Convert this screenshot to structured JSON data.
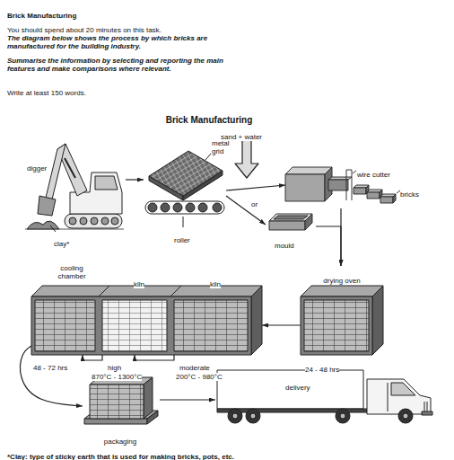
{
  "diagram": {
    "title": "Brick Manufacturing",
    "nodes": [
      {
        "text": [
          "digger",
          "clay*"
        ]
      },
      {
        "text": [
          "metal grid",
          "roller"
        ]
      },
      {
        "text": [
          "wire cutter",
          "bricks"
        ]
      },
      {
        "text": [
          "mould"
        ]
      },
      {
        "text": [
          "cooling chamber",
          "48 - 72 hrs"
        ]
      },
      {
        "text": [
          "kiln",
          "high",
          "870°C - 1300°C"
        ]
      },
      {
        "text": [
          "kiln",
          "moderate",
          "200°C - 980°C"
        ]
      },
      {
        "text": [
          "drying oven",
          "24 - 48 hrs"
        ]
      },
      {
        "text": [
          "packaging"
        ]
      },
      {
        "text": [
          "delivery"
        ]
      }
    ],
    "edges": [
      {
        "from": 0,
        "to": 1,
        "arrow": "to"
      },
      {
        "from": 1,
        "to": 2,
        "arrow": "to"
      },
      {
        "from": 1,
        "to": 3,
        "arrow": "to"
      },
      {
        "from": 2,
        "to": 7,
        "arrow": "to"
      },
      {
        "from": 3,
        "to": 7,
        "arrow": "to"
      },
      {
        "from": 7,
        "to": 6,
        "arrow": "to"
      },
      {
        "from": 6,
        "to": 5,
        "arrow": "to"
      },
      {
        "from": 5,
        "to": 4,
        "arrow": "to"
      },
      {
        "from": 4,
        "to": 8,
        "arrow": "to"
      },
      {
        "from": 8,
        "to": 9,
        "arrow": "to"
      }
    ],
    "labels": [
      "Brick Manufacturing",
      "You should spend about 20 minutes on this task.",
      "The diagram below shows the process by which bricks are manufactured for the building industry.",
      "Summarise the information by selecting and reporting the main features and make comparisons where relevant.",
      "Write at least 150 words.",
      "sand + water",
      "or",
      "*Clay: type of sticky earth that is used for making bricks, pots, etc."
    ]
  }
}
